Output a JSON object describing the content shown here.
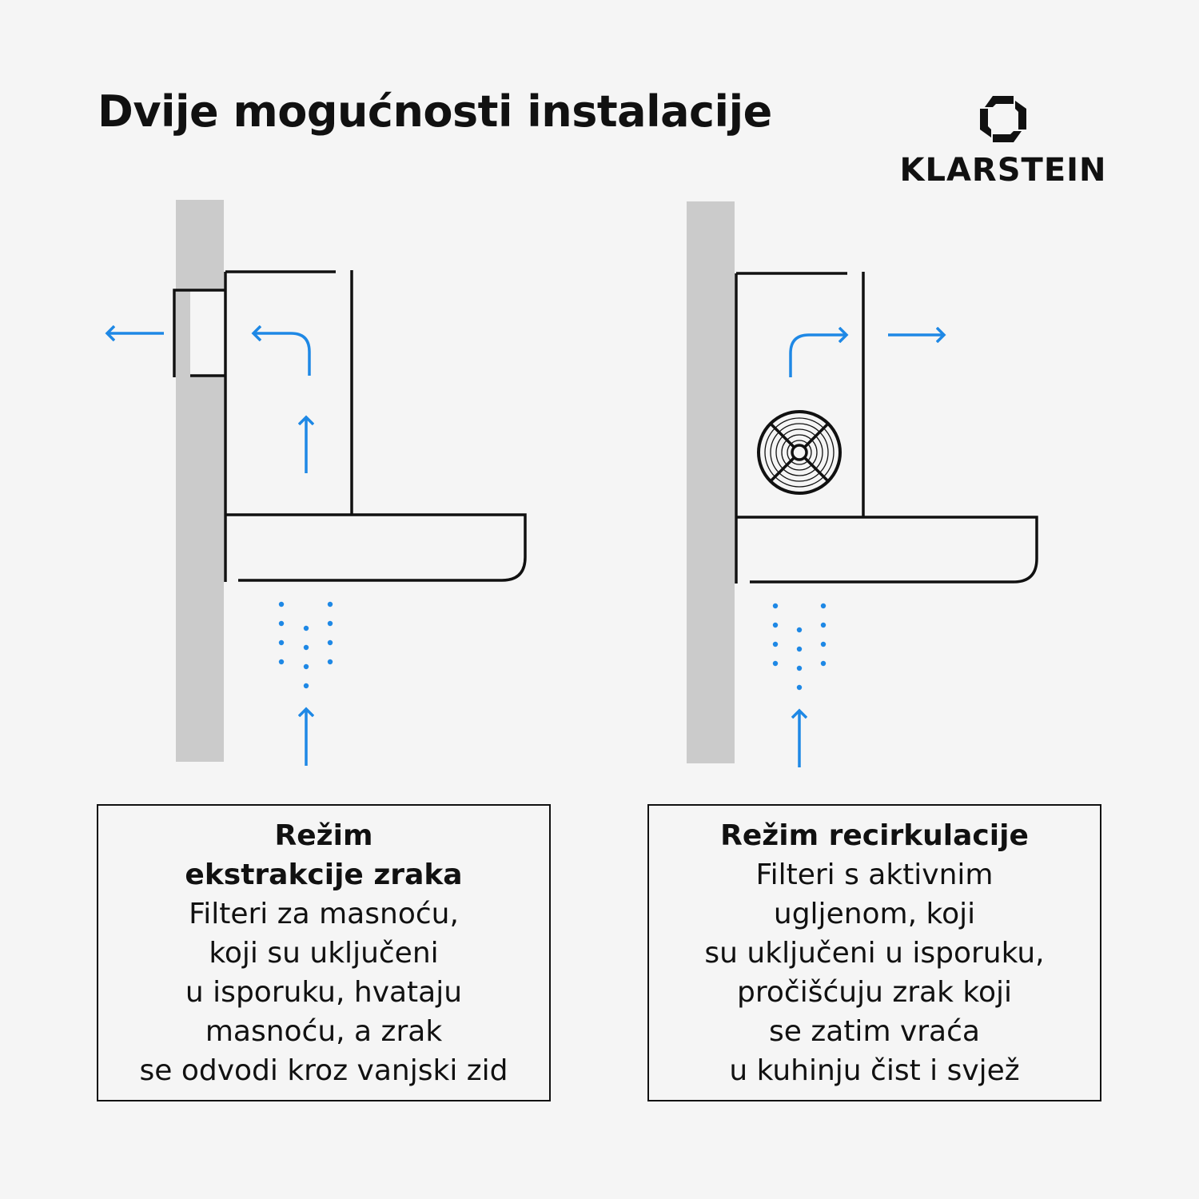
{
  "title": "Dvije mogućnosti instalacije",
  "brand": {
    "name": "KLARSTEIN",
    "logo_icon": "octagon-logo-icon"
  },
  "colors": {
    "arrow": "#1e88e5",
    "wall": "#cbcbcb",
    "line": "#111111",
    "background": "#f5f5f5"
  },
  "modes": [
    {
      "heading": "Režim\nekstrakcije zraka",
      "body": "Filteri za masnoću,\nkoji su uključeni\nu isporuku, hvataju\nmasnoću, a zrak\nse odvodi kroz vanjski zid"
    },
    {
      "heading": "Režim recirkulacije",
      "body": "Filteri s aktivnim\nugljenom, koji\nsu uključeni u isporuku,\npročišćuju zrak koji\nse zatim vraća\nu kuhinju čist i svjež"
    }
  ]
}
